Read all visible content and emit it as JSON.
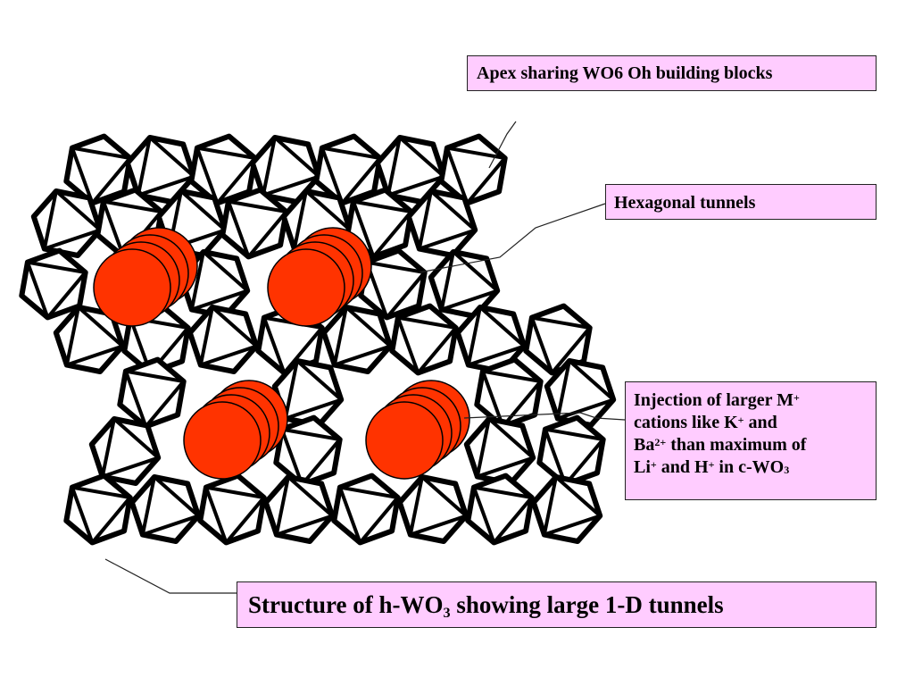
{
  "colors": {
    "label_background": "#ffccff",
    "cation_fill": "#ff3300"
  },
  "labels": {
    "apex": "Apex sharing WO6 Oh building blocks",
    "hexagonal": "Hexagonal tunnels",
    "injection": {
      "line1_text": "Injection of larger M",
      "line1_sup": "+",
      "line2_text": "cations like K",
      "line2_sup": "+",
      "line2_tail": " and",
      "line3_text": "Ba",
      "line3_sup": "2+",
      "line3_tail": " than maximum of",
      "line4_a": "Li",
      "line4_sup1": "+",
      "line4_b": " and H",
      "line4_sup2": "+",
      "line4_c": " in c-WO",
      "line4_sub": "3"
    },
    "title": {
      "prefix": "Structure of h-WO",
      "sub": "3",
      "suffix": " showing large 1-D tunnels"
    }
  }
}
